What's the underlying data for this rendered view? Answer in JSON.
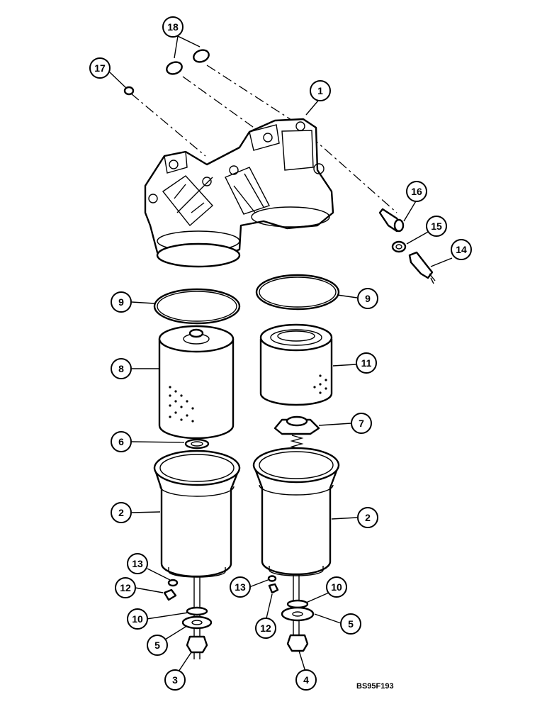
{
  "figure": {
    "code": "BS95F193"
  },
  "callouts": [
    {
      "id": "c1",
      "label": "1"
    },
    {
      "id": "c2a",
      "label": "2"
    },
    {
      "id": "c2b",
      "label": "2"
    },
    {
      "id": "c3",
      "label": "3"
    },
    {
      "id": "c4",
      "label": "4"
    },
    {
      "id": "c5a",
      "label": "5"
    },
    {
      "id": "c5b",
      "label": "5"
    },
    {
      "id": "c6",
      "label": "6"
    },
    {
      "id": "c7",
      "label": "7"
    },
    {
      "id": "c8",
      "label": "8"
    },
    {
      "id": "c9a",
      "label": "9"
    },
    {
      "id": "c9b",
      "label": "9"
    },
    {
      "id": "c10a",
      "label": "10"
    },
    {
      "id": "c10b",
      "label": "10"
    },
    {
      "id": "c11",
      "label": "11"
    },
    {
      "id": "c12a",
      "label": "12"
    },
    {
      "id": "c12b",
      "label": "12"
    },
    {
      "id": "c13a",
      "label": "13"
    },
    {
      "id": "c13b",
      "label": "13"
    },
    {
      "id": "c14",
      "label": "14"
    },
    {
      "id": "c15",
      "label": "15"
    },
    {
      "id": "c16",
      "label": "16"
    },
    {
      "id": "c17",
      "label": "17"
    },
    {
      "id": "c18",
      "label": "18"
    }
  ]
}
